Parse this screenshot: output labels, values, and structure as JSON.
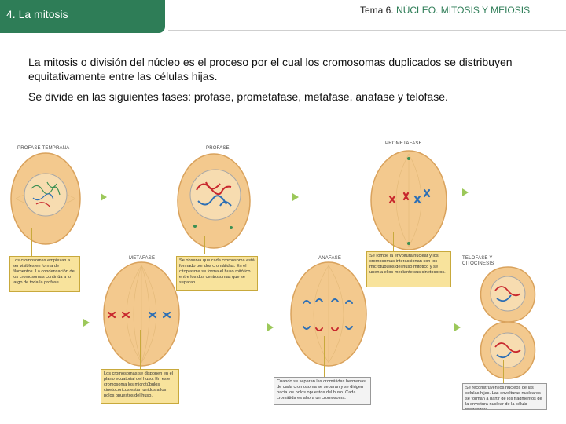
{
  "header": {
    "section_title": "4. La mitosis",
    "topic_prefix": "Tema 6. ",
    "topic_accent": "NÚCLEO. MITOSIS Y MEIOSIS"
  },
  "body": {
    "paragraph_1": "La mitosis o división del núcleo es el proceso por el cual los cromosomas duplicados se distribuyen equitativamente entre las células hijas.",
    "paragraph_2": "Se divide en las siguientes fases: profase, prometafase, metafase, anafase y telofase."
  },
  "figure": {
    "stages": {
      "early_prophase": "PROFASE TEMPRANA",
      "prophase": "PROFASE",
      "prometaphase": "PROMETAFASE",
      "metaphase": "METAFASE",
      "anaphase": "ANAFASE",
      "telophase_line1": "TELOFASE Y",
      "telophase_line2": "CITOCINESIS"
    },
    "captions": {
      "early_prophase": "Los cromosomas empiezan a ser visibles en forma de filamentos. La condensación de los cromosomas continúa a lo largo de toda la profase.",
      "prophase": "Se observa que cada cromosoma está formado por dos cromátidas. En el citoplasma se forma el huso mitótico entre los dos centrosomas que se separan.",
      "prometaphase": "Se rompe la envoltura nuclear y los cromosomas interaccionan con los microtúbulos del huso mitótico y se unen a ellos mediante sus cinetocoros.",
      "metaphase": "Los cromosomas se disponen en el plano ecuatorial del huso. En este cromosoma los microtúbulos cinetocóricos están unidos a los polos opuestos del huso.",
      "anaphase": "Cuando se separan las cromátidas hermanas de cada cromosoma se separan y se dirigen hacia los polos opuestos del huso. Cada cromátida es ahora un cromosoma.",
      "telophase": "Se reconstruyen los núcleos de las células hijas. Las envolturas nucleares se forman a partir de los fragmentos de la envoltura nuclear de la célula progenitora."
    },
    "colors": {
      "cell_fill": "#f3c98e",
      "cell_edge": "#d9a25c",
      "chromosome_red": "#c8282e",
      "chromosome_blue": "#2d6fb5",
      "arrow_green": "#9cc85a",
      "caption_fill": "#f8e39c"
    }
  }
}
